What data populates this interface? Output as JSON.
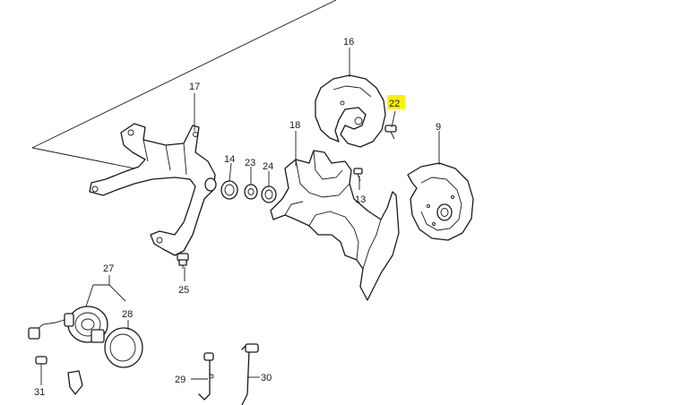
{
  "colors": {
    "highlight": "#fff200",
    "line": "#1a1a1a",
    "background": "#ffffff"
  },
  "labels": {
    "p9": "9",
    "p13": "13",
    "p14": "14",
    "p16": "16",
    "p17": "17",
    "p18": "18",
    "p22": "22",
    "p23": "23",
    "p24": "24",
    "p25": "25",
    "p27": "27",
    "p28": "28",
    "p29": "29",
    "p30": "30",
    "p31": "31"
  },
  "highlighted_part": "22"
}
